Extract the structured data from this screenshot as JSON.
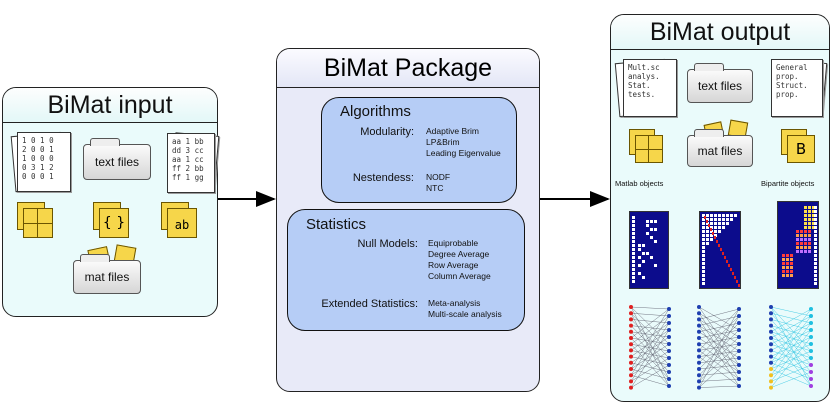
{
  "input_panel": {
    "title": "BiMat input",
    "matrix_rows": [
      "1 0 1 0",
      "2 0 0 1",
      "1 0 0 0",
      "0 3 1 2",
      "0 0 0 1"
    ],
    "edge_rows": [
      "aa 1 bb",
      "dd 3 cc",
      "aa 1 cc",
      "ff 2 bb",
      "ff 1 gg"
    ],
    "text_files_label": "text files",
    "mat_files_label": "mat files",
    "braces_glyph": "{ }",
    "ab_glyph": "ab"
  },
  "package_panel": {
    "title": "BiMat Package",
    "algorithms": {
      "title": "Algorithms",
      "modularity_label": "Modularity:",
      "modularity_items": [
        "Adaptive Brim",
        "LP&Brim",
        "Leading Eigenvalue"
      ],
      "nestedness_label": "Nestendess:",
      "nestedness_items": [
        "NODF",
        "NTC"
      ]
    },
    "statistics": {
      "title": "Statistics",
      "null_label": "Null Models:",
      "null_items": [
        "Equiprobable",
        "Degree Average",
        "Row Average",
        "Column Average"
      ],
      "extended_label": "Extended Statistics:",
      "extended_items": [
        "Meta-analysis",
        "Multi-scale analysis"
      ]
    }
  },
  "output_panel": {
    "title": "BiMat output",
    "report_lines": [
      "Mult.sc",
      "analys.",
      "Stat.",
      "tests."
    ],
    "struct_lines": [
      "General",
      "prop.",
      "Struct.",
      "prop."
    ],
    "text_files_label": "text files",
    "mat_files_label": "mat files",
    "matlab_objects_label": "Matlab objects",
    "bipartite_objects_label": "Bipartite objects",
    "b_glyph": "B"
  },
  "colors": {
    "input_bg": "#eafbfb",
    "package_bg": "#e8eaf8",
    "inner_box": "#b6cdf6",
    "card_yellow": "#f6d64a",
    "matrix_navy": "#0c0c8c"
  }
}
